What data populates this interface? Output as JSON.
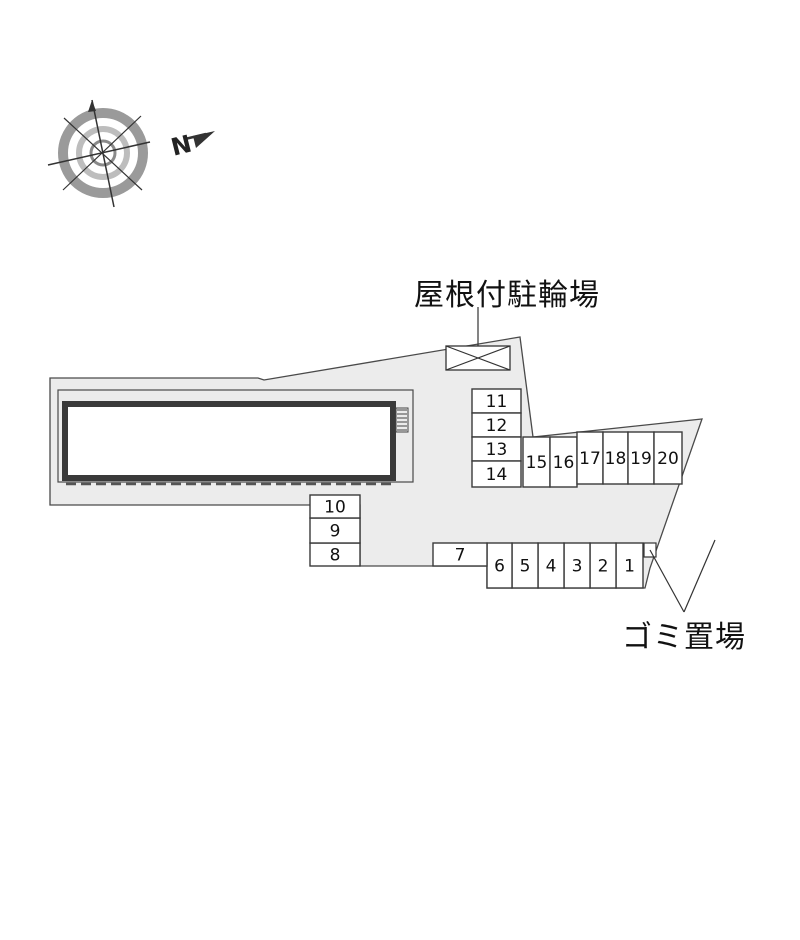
{
  "map": {
    "labels": {
      "bicycle_parking": "屋根付駐輪場",
      "garbage_area": "ゴミ置場"
    },
    "compass": {
      "letter": "N"
    },
    "colors": {
      "site": "#ececec",
      "building_frame": "#3a3a3a",
      "spot_fill": "#ffffff",
      "outline": "#3a3a3a"
    },
    "parking_spots": [
      "1",
      "2",
      "3",
      "4",
      "5",
      "6",
      "7",
      "8",
      "9",
      "10",
      "11",
      "12",
      "13",
      "14",
      "15",
      "16",
      "17",
      "18",
      "19",
      "20"
    ]
  }
}
